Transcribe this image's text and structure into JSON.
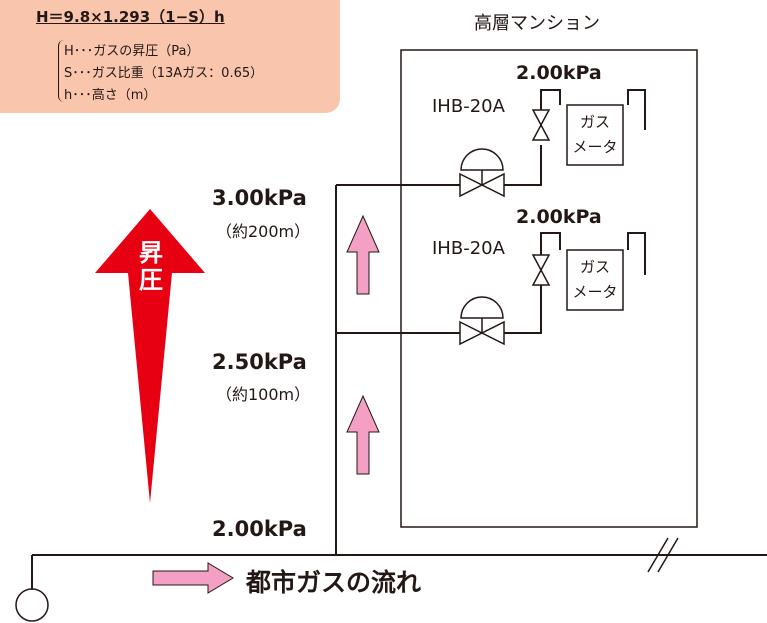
{
  "formula": {
    "title": "H＝9.8×1.293（1−S）h",
    "lines": [
      "H･･･ガスの昇圧（Pa）",
      "S･･･ガス比重（13Aガス：0.65）",
      "h･･･高さ（m）"
    ]
  },
  "building": {
    "label": "高層マンション"
  },
  "upper_branch": {
    "pressure": "2.00kPa",
    "regulator": "IHB-20A",
    "meter": [
      "ガス",
      "メータ"
    ]
  },
  "lower_branch": {
    "pressure": "2.00kPa",
    "regulator": "IHB-20A",
    "meter": [
      "ガス",
      "メータ"
    ]
  },
  "levels": [
    {
      "pressure": "3.00kPa",
      "height": "（約200m）"
    },
    {
      "pressure": "2.50kPa",
      "height": "（約100m）"
    },
    {
      "pressure": "2.00kPa"
    }
  ],
  "rise_arrow": {
    "label": "昇圧",
    "color": "#e60012"
  },
  "flow": {
    "label": "都市ガスの流れ",
    "arrow_color": "#f3a0c4"
  },
  "colors": {
    "pipe": "#231815",
    "riser_arrow": "#f3a0c4",
    "box": "#f9c6ad"
  }
}
